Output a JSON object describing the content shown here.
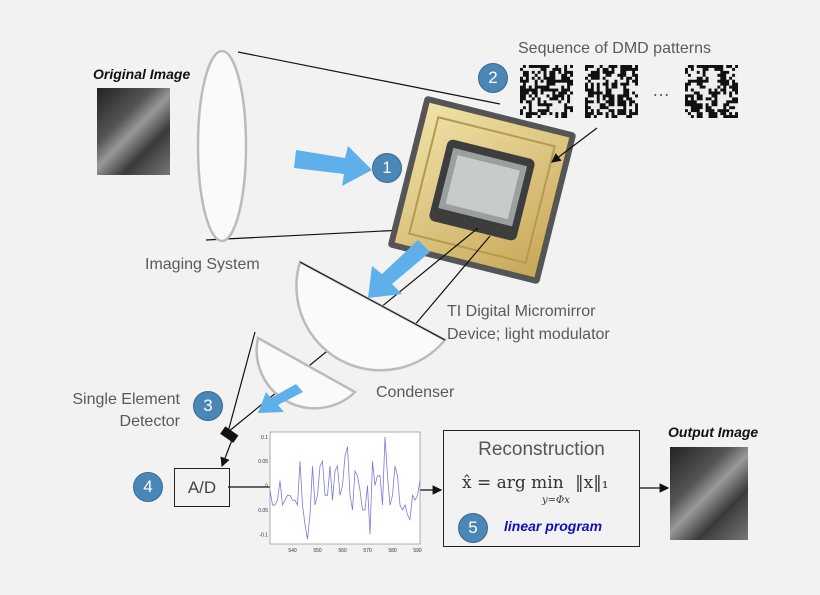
{
  "labels": {
    "original_image": "Original Image",
    "output_image": "Output Image",
    "imaging_system": "Imaging System",
    "dmd_sequence": "Sequence of DMD patterns",
    "ellipsis": "…",
    "dmd_line1": "TI Digital Micromirror",
    "dmd_line2": "Device; light modulator",
    "condenser": "Condenser",
    "detector_line1": "Single Element",
    "detector_line2": "Detector",
    "ad": "A/D",
    "reconstruction": "Reconstruction",
    "formula_lhs": "x̂ = arg min",
    "formula_rhs": "‖x‖₁",
    "formula_sub": "y=Φx",
    "linear_program": "linear program"
  },
  "steps": [
    "1",
    "2",
    "3",
    "4",
    "5"
  ],
  "colors": {
    "step_circle": "#4a86b6",
    "light_arrow": "#5fb0ea",
    "signal": "#7a7ae0",
    "linear_program": "#1010c0",
    "chip_gold": "#d8c07a"
  },
  "chart_data": {
    "type": "line",
    "xlim": [
      531,
      591
    ],
    "ylim": [
      -0.12,
      0.11
    ],
    "xticks": [
      "540",
      "550",
      "560",
      "570",
      "580",
      "590"
    ],
    "yticks": [
      "0.1",
      "0.05",
      "0",
      "-0.05",
      "-0.1"
    ],
    "x": [
      531,
      532,
      533,
      534,
      535,
      536,
      537,
      538,
      539,
      540,
      541,
      542,
      543,
      544,
      545,
      546,
      547,
      548,
      549,
      550,
      551,
      552,
      553,
      554,
      555,
      556,
      557,
      558,
      559,
      560,
      561,
      562,
      563,
      564,
      565,
      566,
      567,
      568,
      569,
      570,
      571,
      572,
      573,
      574,
      575,
      576,
      577,
      578,
      579,
      580,
      581,
      582,
      583,
      584,
      585,
      586,
      587,
      588,
      589,
      590,
      591
    ],
    "values": [
      -0.01,
      -0.04,
      -0.04,
      -0.03,
      0.01,
      -0.04,
      -0.03,
      -0.02,
      -0.02,
      -0.03,
      -0.03,
      -0.04,
      0.05,
      -0.04,
      -0.08,
      -0.11,
      -0.06,
      0.04,
      -0.04,
      -0.02,
      0.04,
      0.05,
      -0.02,
      -0.02,
      0.04,
      -0.03,
      0.03,
      0.04,
      -0.02,
      0.0,
      0.06,
      0.08,
      -0.02,
      -0.05,
      0.03,
      0.02,
      -0.01,
      -0.05,
      -0.05,
      0.0,
      -0.1,
      0.05,
      0.0,
      0.02,
      0.02,
      -0.04,
      0.1,
      0.02,
      -0.04,
      -0.02,
      0.04,
      0.02,
      -0.04,
      -0.05,
      -0.04,
      -0.06,
      -0.07,
      -0.02,
      -0.03,
      -0.02,
      0.01
    ]
  }
}
